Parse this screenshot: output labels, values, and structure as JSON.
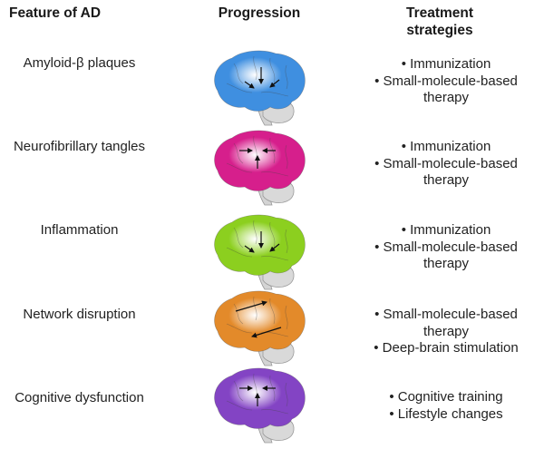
{
  "headers": {
    "feature": "Feature of AD",
    "progression": "Progression",
    "treatment_line1": "Treatment",
    "treatment_line2": "strategies"
  },
  "rows": [
    {
      "feature": "Amyloid-β plaques",
      "color": "#3f8fe0",
      "treatments": [
        "• Immunization",
        "• Small-molecule-based",
        "therapy"
      ]
    },
    {
      "feature": "Neurofibrillary tangles",
      "color": "#d61f8c",
      "treatments": [
        "• Immunization",
        "• Small-molecule-based",
        "therapy"
      ]
    },
    {
      "feature": "Inflammation",
      "color": "#8ccf1f",
      "treatments": [
        "• Immunization",
        "• Small-molecule-based",
        "therapy"
      ]
    },
    {
      "feature": "Network disruption",
      "color": "#e38a2a",
      "treatments": [
        "• Small-molecule-based",
        "therapy",
        "• Deep-brain stimulation"
      ]
    },
    {
      "feature": "Cognitive dysfunction",
      "color": "#8344c4",
      "treatments": [
        "• Cognitive training",
        "• Lifestyle changes"
      ]
    }
  ]
}
